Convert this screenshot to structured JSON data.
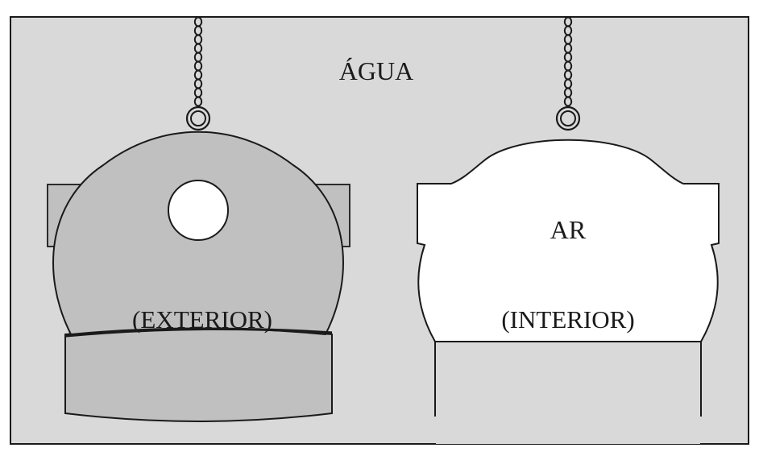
{
  "labels": {
    "water": "ÁGUA",
    "air": "AR",
    "exterior": "(EXTERIOR)",
    "interior": "(INTERIOR)"
  },
  "colors": {
    "background": "#d9d9d9",
    "helmet_fill": "#c0c0c0",
    "outline": "#1a1a1a",
    "interior_fill": "#ffffff"
  }
}
